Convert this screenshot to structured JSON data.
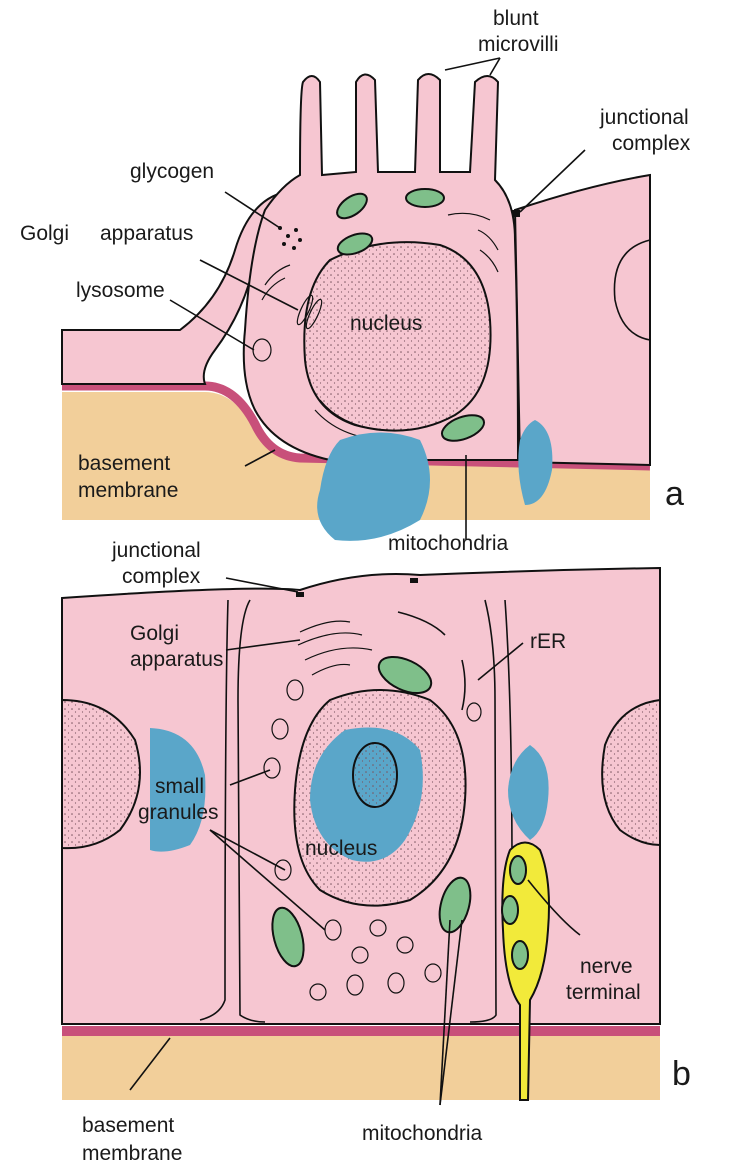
{
  "colors": {
    "cytoplasm": "#f6c6d1",
    "nucleus_fill": "#f3c4c4",
    "connective": "#f2cf9a",
    "lamina": "#c8507a",
    "blue": "#5aa6c9",
    "mitochondria": "#7fbf8a",
    "nerve": "#f2ea3a"
  },
  "labels_a": {
    "blunt_microvilli_1": "blunt",
    "blunt_microvilli_2": "microvilli",
    "junctional_complex_1": "junctional",
    "junctional_complex_2": "complex",
    "glycogen": "glycogen",
    "golgi": "Golgi",
    "apparatus": "apparatus",
    "lysosome": "lysosome",
    "nucleus": "nucleus",
    "basement_1": "basement",
    "basement_2": "membrane",
    "mitochondria": "mitochondria",
    "panel": "a"
  },
  "labels_b": {
    "junctional_complex_1": "junctional",
    "junctional_complex_2": "complex",
    "golgi_1": "Golgi",
    "golgi_2": "apparatus",
    "rer": "rER",
    "small_granules_1": "small",
    "small_granules_2": "granules",
    "nucleus": "nucleus",
    "nerve_terminal_1": "nerve",
    "nerve_terminal_2": "terminal",
    "basement_1": "basement",
    "basement_2": "membrane",
    "mitochondria": "mitochondria",
    "panel": "b"
  }
}
